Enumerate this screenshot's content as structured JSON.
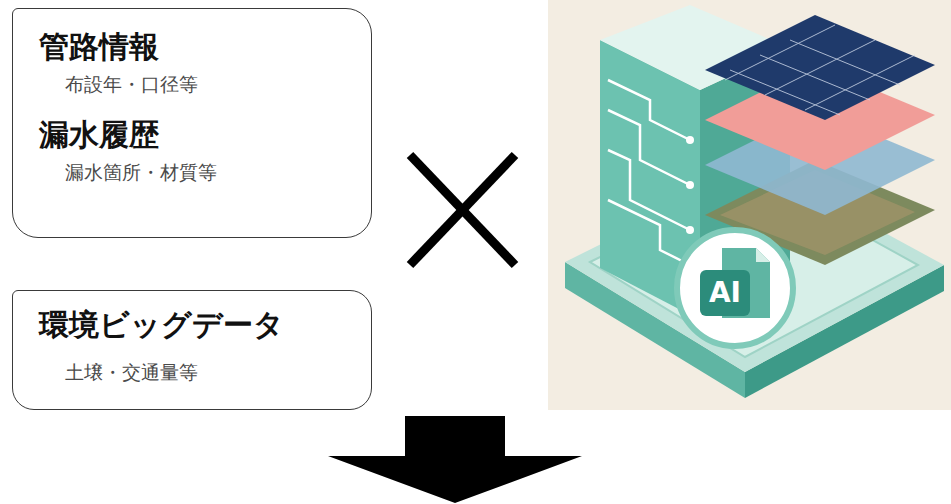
{
  "diagram": {
    "nodes": [
      {
        "text": [
          "管路情報",
          "布設年・口径等",
          "漏水履歴",
          "漏水箇所・材質等"
        ]
      },
      {
        "text": [
          "環境ビッグデータ",
          "土壌・交通量等"
        ]
      }
    ],
    "labels": [
      "AI"
    ]
  }
}
